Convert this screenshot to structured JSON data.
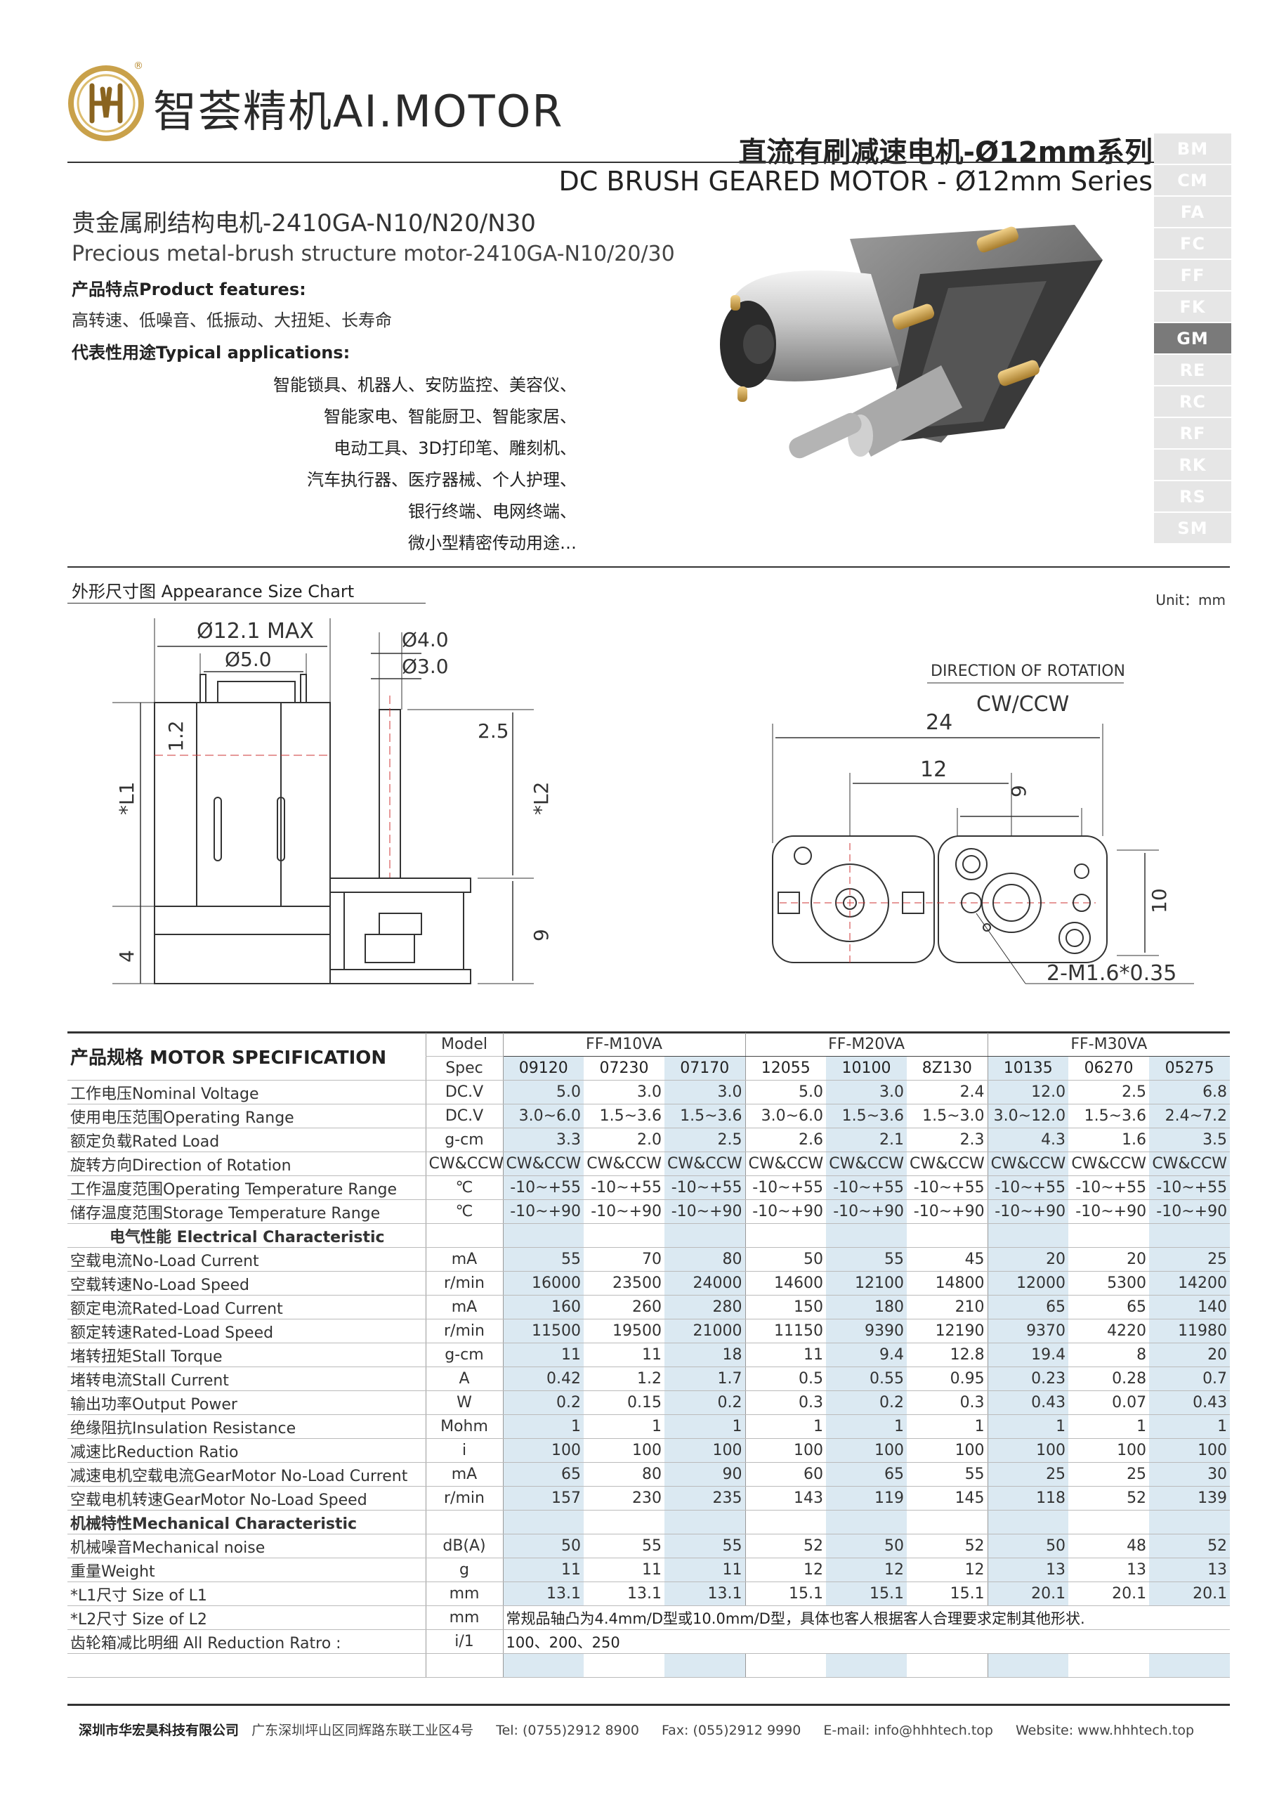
{
  "brand": {
    "name": "智荟精机AI.MOTOR",
    "reg_mark": "®",
    "logo_colors": {
      "gold": "#c9a14a",
      "dark": "#8a6420"
    }
  },
  "header": {
    "title_cn": "直流有刷减速电机-Ø12mm系列",
    "title_en": "DC BRUSH GEARED MOTOR - Ø12mm Series"
  },
  "series_index": {
    "items": [
      "BM",
      "CM",
      "FA",
      "FC",
      "FF",
      "FK",
      "GM",
      "RE",
      "RC",
      "RF",
      "RK",
      "RS",
      "SM"
    ],
    "active": "GM"
  },
  "product": {
    "model_cn": "贵金属刷结构电机-2410GA-N10/N20/N30",
    "model_en": "Precious metal-brush structure motor-2410GA-N10/20/30",
    "features_title": "产品特点Product features:",
    "features_text": "高转速、低噪音、低振动、大扭矩、长寿命",
    "apps_title": "代表性用途Typical applications:",
    "apps": [
      "智能锁具、机器人、安防监控、美容仪、",
      "智能家电、智能厨卫、智能家居、",
      "电动工具、3D打印笔、雕刻机、",
      "汽车执行器、医疗器械、个人护理、",
      "银行终端、电网终端、",
      "微小型精密传动用途…"
    ]
  },
  "size_chart": {
    "title": "外形尺寸图 Appearance Size Chart",
    "unit": "Unit：mm",
    "left": {
      "d_max": "Ø12.1  MAX",
      "d_boss": "Ø5.0",
      "d_shaft": "Ø4.0",
      "d_flat": "Ø3.0",
      "dim_2_5": "2.5",
      "dim_1_2": "1.2",
      "l1": "*L1",
      "l2": "*L2",
      "dim_9": "9",
      "dim_4": "4"
    },
    "right": {
      "direction_label": "DIRECTION OF ROTATION",
      "direction_value": "CW/CCW",
      "dim_24": "24",
      "dim_12": "12",
      "dim_9": "9",
      "dim_10": "10",
      "screw": "2-M1.6*0.35"
    }
  },
  "spec": {
    "title": "产品规格 MOTOR SPECIFICATION",
    "model_label": "Model",
    "spec_label": "Spec",
    "groups": [
      "FF-M10VA",
      "FF-M20VA",
      "FF-M30VA"
    ],
    "codes": [
      "09120",
      "07230",
      "07170",
      "12055",
      "10100",
      "8Z130",
      "10135",
      "06270",
      "05275"
    ],
    "rows": [
      {
        "label": "工作电压Nominal Voltage",
        "unit": "DC.V",
        "values": [
          "5.0",
          "3.0",
          "3.0",
          "5.0",
          "3.0",
          "2.4",
          "12.0",
          "2.5",
          "6.8"
        ]
      },
      {
        "label": "使用电压范围Operating Range",
        "unit": "DC.V",
        "values": [
          "3.0~6.0",
          "1.5~3.6",
          "1.5~3.6",
          "3.0~6.0",
          "1.5~3.6",
          "1.5~3.0",
          "3.0~12.0",
          "1.5~3.6",
          "2.4~7.2"
        ]
      },
      {
        "label": "额定负载Rated Load",
        "unit": "g-cm",
        "values": [
          "3.3",
          "2.0",
          "2.5",
          "2.6",
          "2.1",
          "2.3",
          "4.3",
          "1.6",
          "3.5"
        ]
      },
      {
        "label": "旋转方向Direction of Rotation",
        "unit": "CW&CCW",
        "values": [
          "CW&CCW",
          "CW&CCW",
          "CW&CCW",
          "CW&CCW",
          "CW&CCW",
          "CW&CCW",
          "CW&CCW",
          "CW&CCW",
          "CW&CCW"
        ]
      },
      {
        "label": "工作温度范围Operating Temperature Range",
        "unit": "℃",
        "values": [
          "-10~+55",
          "-10~+55",
          "-10~+55",
          "-10~+55",
          "-10~+55",
          "-10~+55",
          "-10~+55",
          "-10~+55",
          "-10~+55"
        ]
      },
      {
        "label": "储存温度范围Storage Temperature Range",
        "unit": "℃",
        "values": [
          "-10~+90",
          "-10~+90",
          "-10~+90",
          "-10~+90",
          "-10~+90",
          "-10~+90",
          "-10~+90",
          "-10~+90",
          "-10~+90"
        ]
      }
    ],
    "electrical_title": "电气性能 Electrical Characteristic",
    "electrical_rows": [
      {
        "label": "空载电流No-Load Current",
        "unit": "mA",
        "values": [
          "55",
          "70",
          "80",
          "50",
          "55",
          "45",
          "20",
          "20",
          "25"
        ]
      },
      {
        "label": "空载转速No-Load Speed",
        "unit": "r/min",
        "values": [
          "16000",
          "23500",
          "24000",
          "14600",
          "12100",
          "14800",
          "12000",
          "5300",
          "14200"
        ]
      },
      {
        "label": "额定电流Rated-Load Current",
        "unit": "mA",
        "values": [
          "160",
          "260",
          "280",
          "150",
          "180",
          "210",
          "65",
          "65",
          "140"
        ]
      },
      {
        "label": "额定转速Rated-Load Speed",
        "unit": "r/min",
        "values": [
          "11500",
          "19500",
          "21000",
          "11150",
          "9390",
          "12190",
          "9370",
          "4220",
          "11980"
        ]
      },
      {
        "label": "堵转扭矩Stall Torque",
        "unit": "g-cm",
        "values": [
          "11",
          "11",
          "18",
          "11",
          "9.4",
          "12.8",
          "19.4",
          "8",
          "20"
        ]
      },
      {
        "label": "堵转电流Stall Current",
        "unit": "A",
        "values": [
          "0.42",
          "1.2",
          "1.7",
          "0.5",
          "0.55",
          "0.95",
          "0.23",
          "0.28",
          "0.7"
        ]
      },
      {
        "label": "输出功率Output Power",
        "unit": "W",
        "values": [
          "0.2",
          "0.15",
          "0.2",
          "0.3",
          "0.2",
          "0.3",
          "0.43",
          "0.07",
          "0.43"
        ]
      },
      {
        "label": "绝缘阻抗Insulation Resistance",
        "unit": "Mohm",
        "values": [
          "1",
          "1",
          "1",
          "1",
          "1",
          "1",
          "1",
          "1",
          "1"
        ]
      },
      {
        "label": "减速比Reduction Ratio",
        "unit": "i",
        "values": [
          "100",
          "100",
          "100",
          "100",
          "100",
          "100",
          "100",
          "100",
          "100"
        ]
      },
      {
        "label": "减速电机空载电流GearMotor No-Load Current",
        "unit": "mA",
        "values": [
          "65",
          "80",
          "90",
          "60",
          "65",
          "55",
          "25",
          "25",
          "30"
        ]
      },
      {
        "label": "空载电机转速GearMotor No-Load Speed",
        "unit": "r/min",
        "values": [
          "157",
          "230",
          "235",
          "143",
          "119",
          "145",
          "118",
          "52",
          "139"
        ]
      }
    ],
    "mechanical_title": "机械特性Mechanical  Characteristic",
    "mechanical_rows": [
      {
        "label": "机械噪音Mechanical noise",
        "unit": "dB(A)",
        "values": [
          "50",
          "55",
          "55",
          "52",
          "50",
          "52",
          "50",
          "48",
          "52"
        ]
      },
      {
        "label": "重量Weight",
        "unit": "g",
        "values": [
          "11",
          "11",
          "11",
          "12",
          "12",
          "12",
          "13",
          "13",
          "13"
        ]
      },
      {
        "label": "*L1尺寸 Size of L1",
        "unit": "mm",
        "values": [
          "13.1",
          "13.1",
          "13.1",
          "15.1",
          "15.1",
          "15.1",
          "20.1",
          "20.1",
          "20.1"
        ]
      }
    ],
    "l2_row": {
      "label": "*L2尺寸 Size of L2",
      "unit": "mm",
      "note": "常规品轴凸为4.4mm/D型或10.0mm/D型，具体也客人根据客人合理要求定制其他形状."
    },
    "ratio_row": {
      "label": "齿轮箱减比明细 All Reduction Ratro :",
      "unit": "i/1",
      "note": "100、200、250"
    }
  },
  "footer": {
    "company": "深圳市华宏昊科技有限公司",
    "address": "广东深圳坪山区同辉路东联工业区4号",
    "tel": "Tel:  (0755)2912 8900",
    "fax": "Fax:  (055)2912 9990",
    "email": "E-mail:  info@hhhtech.top",
    "website": "Website:  www.hhhtech.top"
  }
}
